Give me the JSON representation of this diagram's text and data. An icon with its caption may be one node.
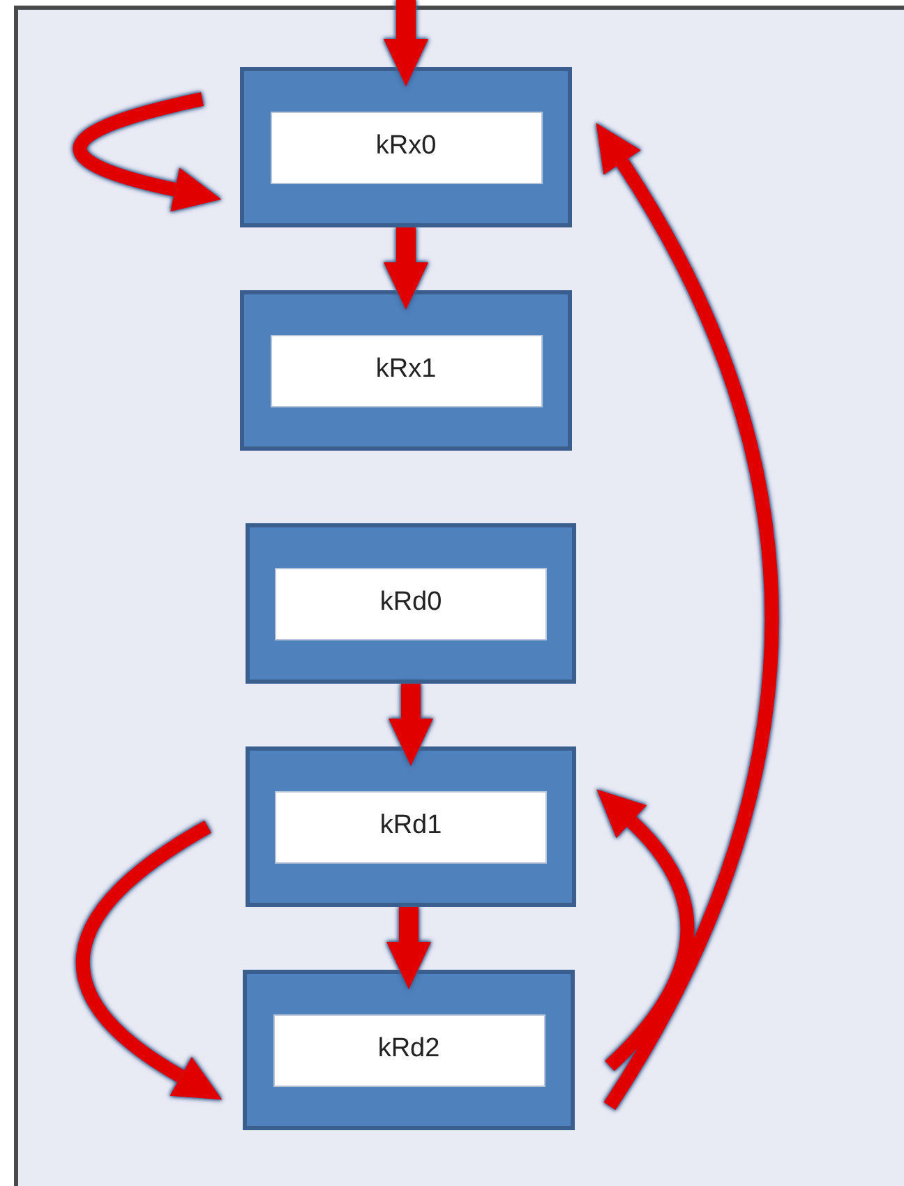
{
  "diagram": {
    "nodes": [
      {
        "text": [
          "kRx0"
        ]
      },
      {
        "text": [
          "kRx1"
        ]
      },
      {
        "text": [
          "kRd0"
        ]
      },
      {
        "text": [
          "kRd1"
        ]
      },
      {
        "text": [
          "kRd2"
        ]
      }
    ],
    "edges": [
      {
        "from": null,
        "to": 0,
        "arrow": "to"
      },
      {
        "from": 0,
        "to": 0,
        "arrow": "to"
      },
      {
        "from": 0,
        "to": 1,
        "arrow": "to"
      },
      {
        "from": 2,
        "to": 3,
        "arrow": "to"
      },
      {
        "from": 3,
        "to": 4,
        "arrow": "to"
      },
      {
        "from": 3,
        "to": 4,
        "arrow": "to"
      },
      {
        "from": 4,
        "to": 3,
        "arrow": "to"
      },
      {
        "from": 4,
        "to": 0,
        "arrow": "to"
      }
    ]
  }
}
